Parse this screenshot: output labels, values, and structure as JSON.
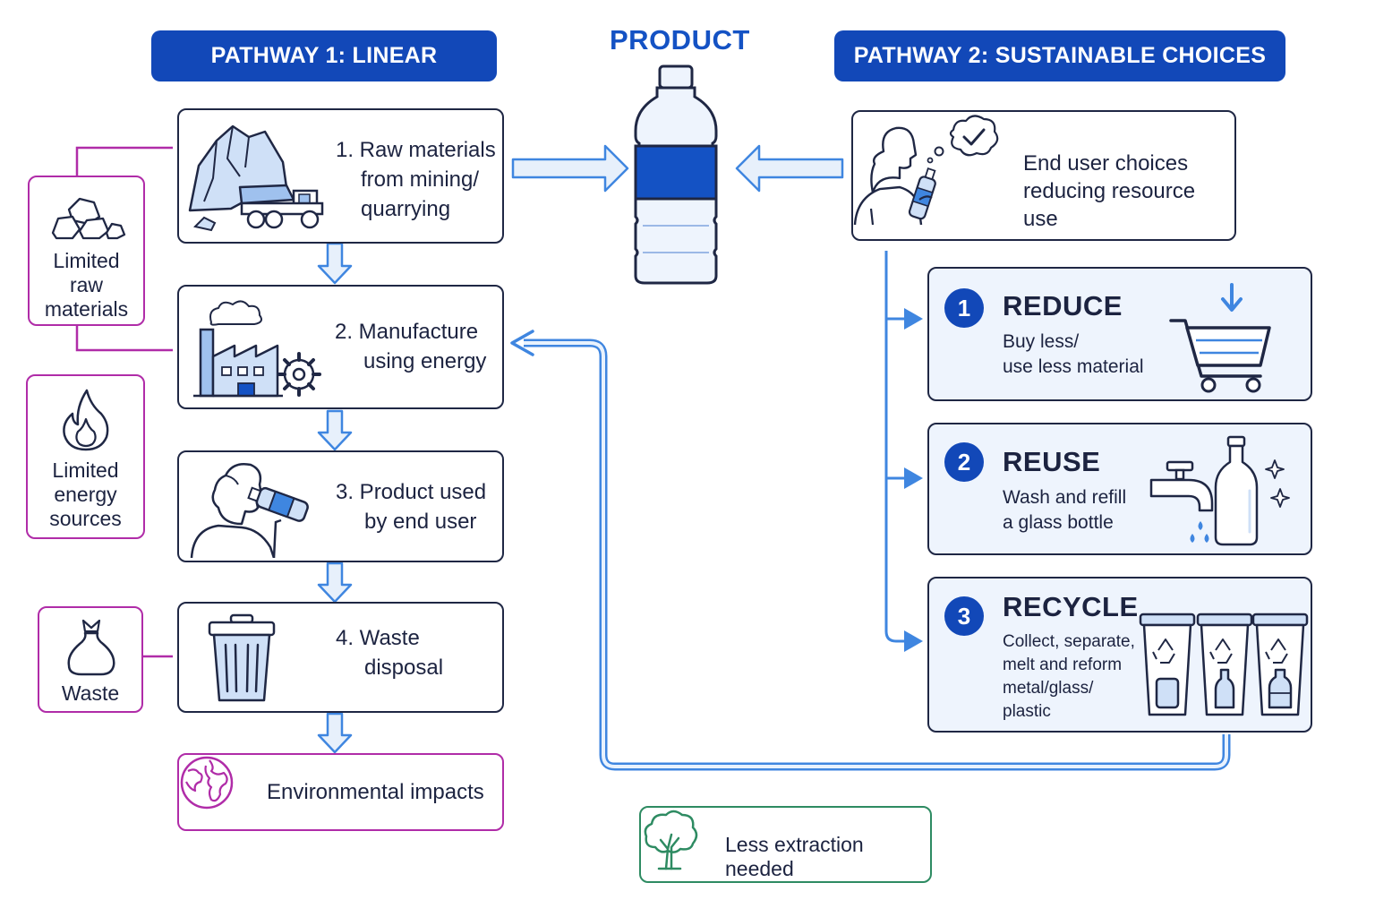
{
  "headers": {
    "pathway1": "PATHWAY 1: LINEAR",
    "product": "PRODUCT",
    "pathway2": "PATHWAY 2: SUSTAINABLE CHOICES"
  },
  "linear_steps": [
    {
      "label": "1. Raw materials from mining/ quarrying",
      "lines": [
        "1. Raw materials",
        "from mining/",
        "quarrying"
      ],
      "icon": "mining-truck-icon"
    },
    {
      "label": "2. Manufacture using energy",
      "lines": [
        "2. Manufacture",
        "using energy"
      ],
      "icon": "factory-icon"
    },
    {
      "label": "3. Product used by end user",
      "lines": [
        "3. Product used",
        "by end user"
      ],
      "icon": "person-drinking-icon"
    },
    {
      "label": "4. Waste disposal",
      "lines": [
        "4. Waste",
        "disposal"
      ],
      "icon": "trash-bin-icon"
    }
  ],
  "side_notes": [
    {
      "lines": [
        "Limited",
        "raw",
        "materials"
      ],
      "icon": "rocks-icon"
    },
    {
      "lines": [
        "Limited",
        "energy",
        "sources"
      ],
      "icon": "flame-icon"
    },
    {
      "lines": [
        "Waste"
      ],
      "icon": "waste-bag-icon"
    }
  ],
  "environment": {
    "label": "Environmental impacts",
    "icon": "globe-icon"
  },
  "end_user": {
    "lines": [
      "End user choices",
      "reducing resource use"
    ],
    "icon": "person-thinking-icon"
  },
  "sustainable_options": [
    {
      "number": "1",
      "title": "REDUCE",
      "lines": [
        "Buy less/",
        "use less material"
      ],
      "icon": "shopping-cart-icon"
    },
    {
      "number": "2",
      "title": "REUSE",
      "lines": [
        "Wash and refill",
        "a glass bottle"
      ],
      "icon": "tap-bottle-icon"
    },
    {
      "number": "3",
      "title": "RECYCLE",
      "lines": [
        "Collect, separate,",
        "melt and reform",
        "metal/glass/",
        "plastic"
      ],
      "icon": "recycle-bins-icon"
    }
  ],
  "outcome": {
    "label": "Less extraction needed",
    "icon": "tree-icon"
  },
  "colors": {
    "header_blue": "#1248b8",
    "accent_blue": "#3f86e0",
    "box_border": "#1f2744",
    "magenta": "#b02ca8",
    "green": "#2e8b62"
  }
}
